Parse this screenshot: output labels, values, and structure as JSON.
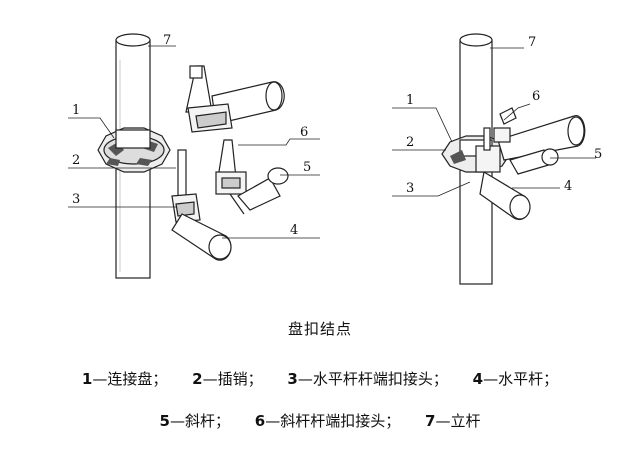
{
  "diagram": {
    "left_callouts": [
      "1",
      "2",
      "3",
      "4",
      "5",
      "6",
      "7"
    ],
    "right_callouts": [
      "1",
      "2",
      "3",
      "4",
      "5",
      "6",
      "7"
    ]
  },
  "caption": {
    "title": "盘扣结点",
    "legend_row1": [
      {
        "num": "1",
        "text": "—连接盘；"
      },
      {
        "num": "2",
        "text": "—插销；"
      },
      {
        "num": "3",
        "text": "—水平杆杆端扣接头；"
      },
      {
        "num": "4",
        "text": "—水平杆；"
      }
    ],
    "legend_row2": [
      {
        "num": "5",
        "text": "—斜杆；"
      },
      {
        "num": "6",
        "text": "—斜杆杆端扣接头；"
      },
      {
        "num": "7",
        "text": "—立杆"
      }
    ]
  }
}
